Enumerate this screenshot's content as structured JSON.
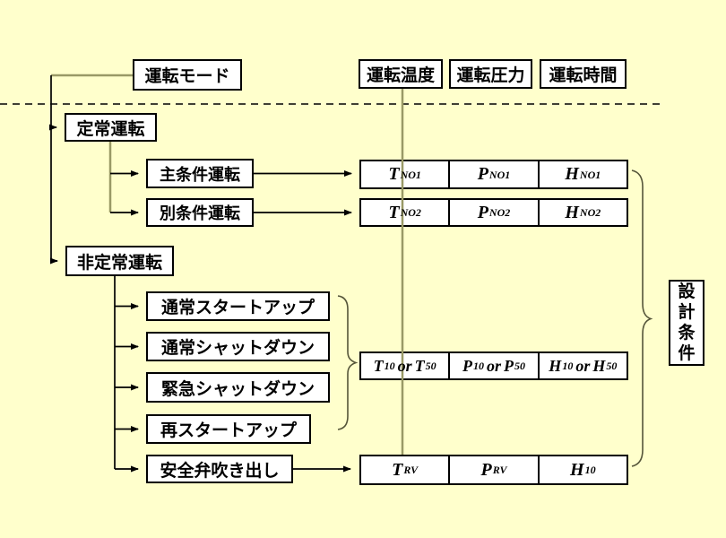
{
  "colors": {
    "background": "#FFFFCC",
    "box_fill": "#FFFFFF",
    "box_border": "#000000",
    "tree_line_black": "#000000",
    "tree_line_olive": "#999966",
    "brace": "#55553A"
  },
  "root_box": {
    "label": "運転モード"
  },
  "column_headers": [
    {
      "label": "運転温度"
    },
    {
      "label": "運転圧力"
    },
    {
      "label": "運転時間"
    }
  ],
  "tree": {
    "steady": {
      "label": "定常運転"
    },
    "steady_children": [
      {
        "label": "主条件運転"
      },
      {
        "label": "別条件運転"
      }
    ],
    "unsteady": {
      "label": "非定常運転"
    },
    "unsteady_children": [
      {
        "label": "通常スタートアップ"
      },
      {
        "label": "通常シャットダウン"
      },
      {
        "label": "緊急シャットダウン"
      },
      {
        "label": "再スタートアップ"
      },
      {
        "label": "安全弁吹き出し"
      }
    ]
  },
  "value_rows": [
    {
      "name": "main-condition-values",
      "cells": [
        [
          {
            "b": "T",
            "s": "NO1"
          }
        ],
        [
          {
            "b": "P",
            "s": "NO1"
          }
        ],
        [
          {
            "b": "H",
            "s": "NO1"
          }
        ]
      ]
    },
    {
      "name": "other-condition-values",
      "cells": [
        [
          {
            "b": "T",
            "s": "NO2"
          }
        ],
        [
          {
            "b": "P",
            "s": "NO2"
          }
        ],
        [
          {
            "b": "H",
            "s": "NO2"
          }
        ]
      ]
    },
    {
      "name": "transient-values",
      "cells": [
        [
          {
            "b": "T",
            "s": "10"
          },
          {
            "t": "or"
          },
          {
            "b": "T",
            "s": "50"
          }
        ],
        [
          {
            "b": "P",
            "s": "10"
          },
          {
            "t": "or"
          },
          {
            "b": "P",
            "s": "50"
          }
        ],
        [
          {
            "b": "H",
            "s": "10"
          },
          {
            "t": "or"
          },
          {
            "b": "H",
            "s": "50"
          }
        ]
      ]
    },
    {
      "name": "relief-valve-values",
      "cells": [
        [
          {
            "b": "T",
            "s": "RV"
          }
        ],
        [
          {
            "b": "P",
            "s": "RV"
          }
        ],
        [
          {
            "b": "H",
            "s": "10"
          }
        ]
      ]
    }
  ],
  "result_box": {
    "label": "設計条件"
  }
}
